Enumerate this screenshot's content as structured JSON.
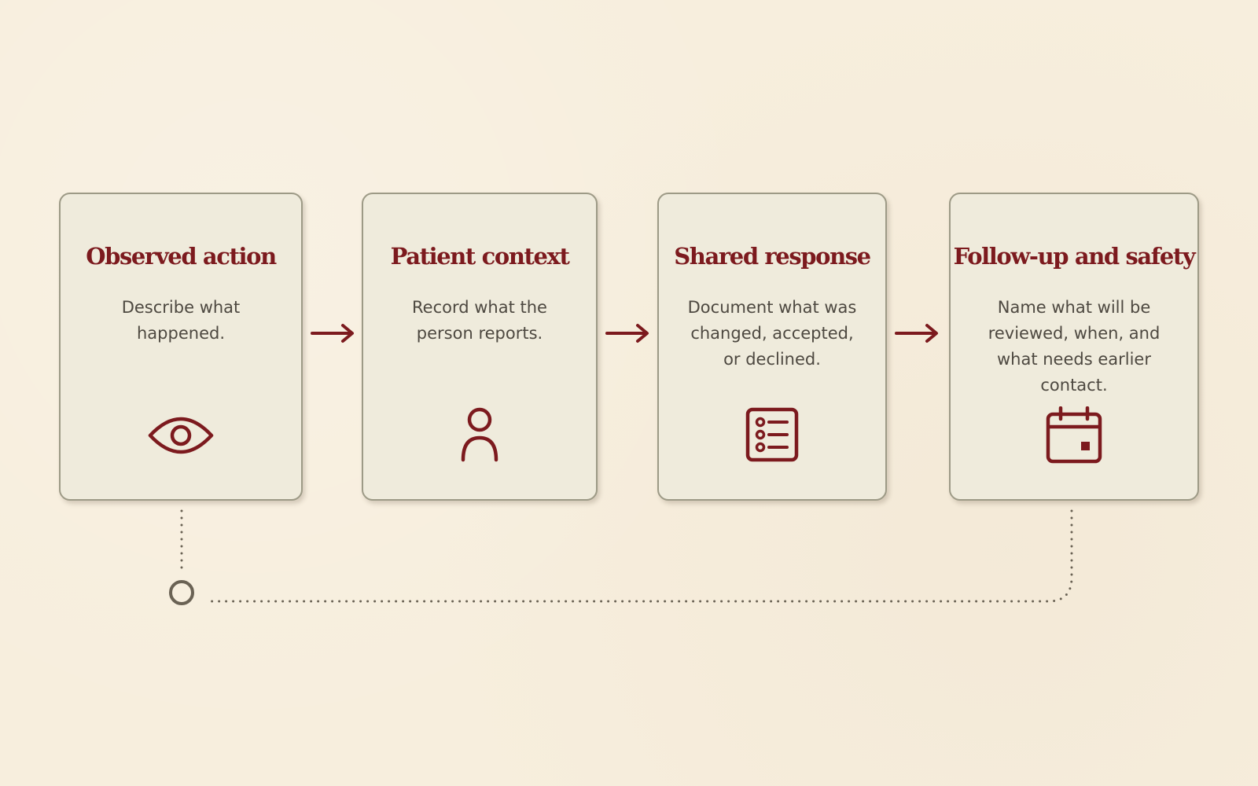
{
  "colors": {
    "background": "#f7eedd",
    "card_fill": "#efebdc",
    "card_border": "#9d9a86",
    "accent": "#7c1a1e",
    "body_text": "#4d4840",
    "connector": "#6a6254"
  },
  "steps": [
    {
      "title": "Observed action",
      "description": "Describe what happened.",
      "icon": "eye-icon"
    },
    {
      "title": "Patient context",
      "description": "Record what the person reports.",
      "icon": "person-icon"
    },
    {
      "title": "Shared response",
      "description": "Document what was changed, accepted, or declined.",
      "icon": "checklist-icon"
    },
    {
      "title": "Follow-up and safety",
      "description": "Name what will be reviewed, when, and what needs earlier contact.",
      "icon": "calendar-icon"
    }
  ],
  "connectors": {
    "arrow_style": "right-arrow",
    "feedback_loop": "dotted line from last step back to first step"
  }
}
